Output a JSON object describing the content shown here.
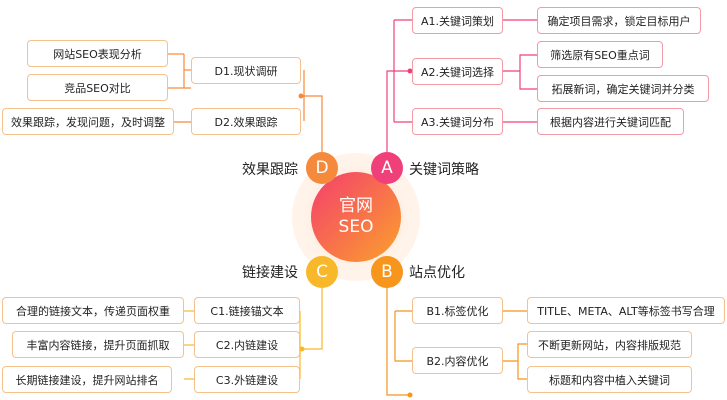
{
  "center": {
    "line1": "官网",
    "line2": "SEO"
  },
  "branches": {
    "A": {
      "letter": "A",
      "title": "关键词策略"
    },
    "B": {
      "letter": "B",
      "title": "站点优化"
    },
    "C": {
      "letter": "C",
      "title": "链接建设"
    },
    "D": {
      "letter": "D",
      "title": "效果跟踪"
    }
  },
  "a": {
    "a1": "A1.关键词策划",
    "a1_1": "确定项目需求，锁定目标用户",
    "a2": "A2.关键词选择",
    "a2_1": "筛选原有SEO重点词",
    "a2_2": "拓展新词，确定关键词并分类",
    "a3": "A3.关键词分布",
    "a3_1": "根据内容进行关键词匹配"
  },
  "b": {
    "b1": "B1.标签优化",
    "b1_1": "TITLE、META、ALT等标签书写合理",
    "b2": "B2.内容优化",
    "b2_1": "不断更新网站，内容排版规范",
    "b2_2": "标题和内容中植入关键词"
  },
  "c": {
    "c1": "C1.链接锚文本",
    "c1_1": "合理的链接文本，传递页面权重",
    "c2": "C2.内链建设",
    "c2_1": "丰富内容链接，提升页面抓取",
    "c3": "C3.外链建设",
    "c3_1": "长期链接建设，提升网站排名"
  },
  "d": {
    "d1": "D1.现状调研",
    "d1_1": "网站SEO表现分析",
    "d1_2": "竞品SEO对比",
    "d2": "D2.效果跟踪",
    "d2_1": "效果跟踪，发现问题，及时调整"
  },
  "colors": {
    "a": "#f0407a",
    "b": "#f7951d",
    "c": "#f9b72a",
    "d": "#f58a3c",
    "center_from": "#f43e6e",
    "center_to": "#fba12b"
  }
}
